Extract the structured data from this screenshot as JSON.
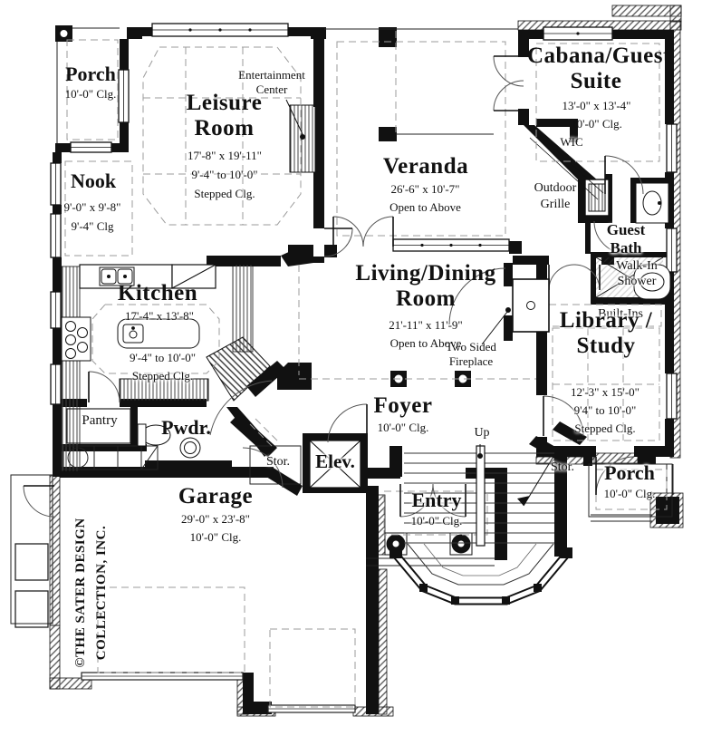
{
  "colors": {
    "wall": "#111111",
    "dash": "#9b9b9b",
    "line": "#333333",
    "paper": "#ffffff"
  },
  "rooms": {
    "porch_nw": {
      "title": "Porch",
      "clg": "10'-0\" Clg."
    },
    "leisure": {
      "title1": "Leisure",
      "title2": "Room",
      "size": "17'-8\" x 19'-11\"",
      "clg1": "9'-4\" to 10'-0\"",
      "clg2": "Stepped Clg."
    },
    "nook": {
      "title": "Nook",
      "size": "9'-0\" x 9'-8\"",
      "clg": "9'-4\" Clg"
    },
    "cabana": {
      "title1": "Cabana/Guest",
      "title2": "Suite",
      "size": "13'-0\" x 13'-4\"",
      "clg": "10'-0\" Clg."
    },
    "veranda": {
      "title": "Veranda",
      "size": "26'-6\" x 10'-7\"",
      "clg": "Open to Above"
    },
    "kitchen": {
      "title": "Kitchen",
      "size": "17'-4\" x 13'-8\"",
      "clg1": "9'-4\" to 10'-0\"",
      "clg2": "Stepped Clg."
    },
    "living": {
      "title1": "Living/Dining",
      "title2": "Room",
      "size": "21'-11\" x 11'-9\"",
      "clg": "Open to Above"
    },
    "library": {
      "title1": "Library /",
      "title2": "Study",
      "size": "12'-3\" x 15'-0\"",
      "clg1": "9'4\" to 10'-0\"",
      "clg2": "Stepped Clg."
    },
    "foyer": {
      "title": "Foyer",
      "clg": "10'-0\" Clg."
    },
    "entry": {
      "title": "Entry",
      "clg": "10'-0\" Clg."
    },
    "garage": {
      "title": "Garage",
      "size": "29'-0\" x 23'-8\"",
      "clg": "10'-0\" Clg."
    },
    "porch_se": {
      "title": "Porch",
      "clg": "10'-0\" Clg."
    },
    "pwdr": {
      "title": "Pwdr."
    },
    "elev": {
      "title": "Elev."
    },
    "pantry": {
      "title": "Pantry"
    }
  },
  "annotations": {
    "entertainment": {
      "l1": "Entertainment",
      "l2": "Center"
    },
    "outdoor_grille": {
      "l1": "Outdoor",
      "l2": "Grille"
    },
    "guest_bath": {
      "l1": "Guest",
      "l2": "Bath"
    },
    "walk_in_shower": {
      "l1": "Walk-In",
      "l2": "Shower"
    },
    "two_sided_fireplace": {
      "l1": "Two Sided",
      "l2": "Fireplace"
    },
    "built_ins": "Built-Ins",
    "wic": "WIC",
    "up": "Up",
    "stor_hall": "Stor.",
    "stor_stairs": "Stor."
  },
  "copyright": {
    "l1": "©THE SATER DESIGN",
    "l2": "COLLECTION, INC."
  }
}
